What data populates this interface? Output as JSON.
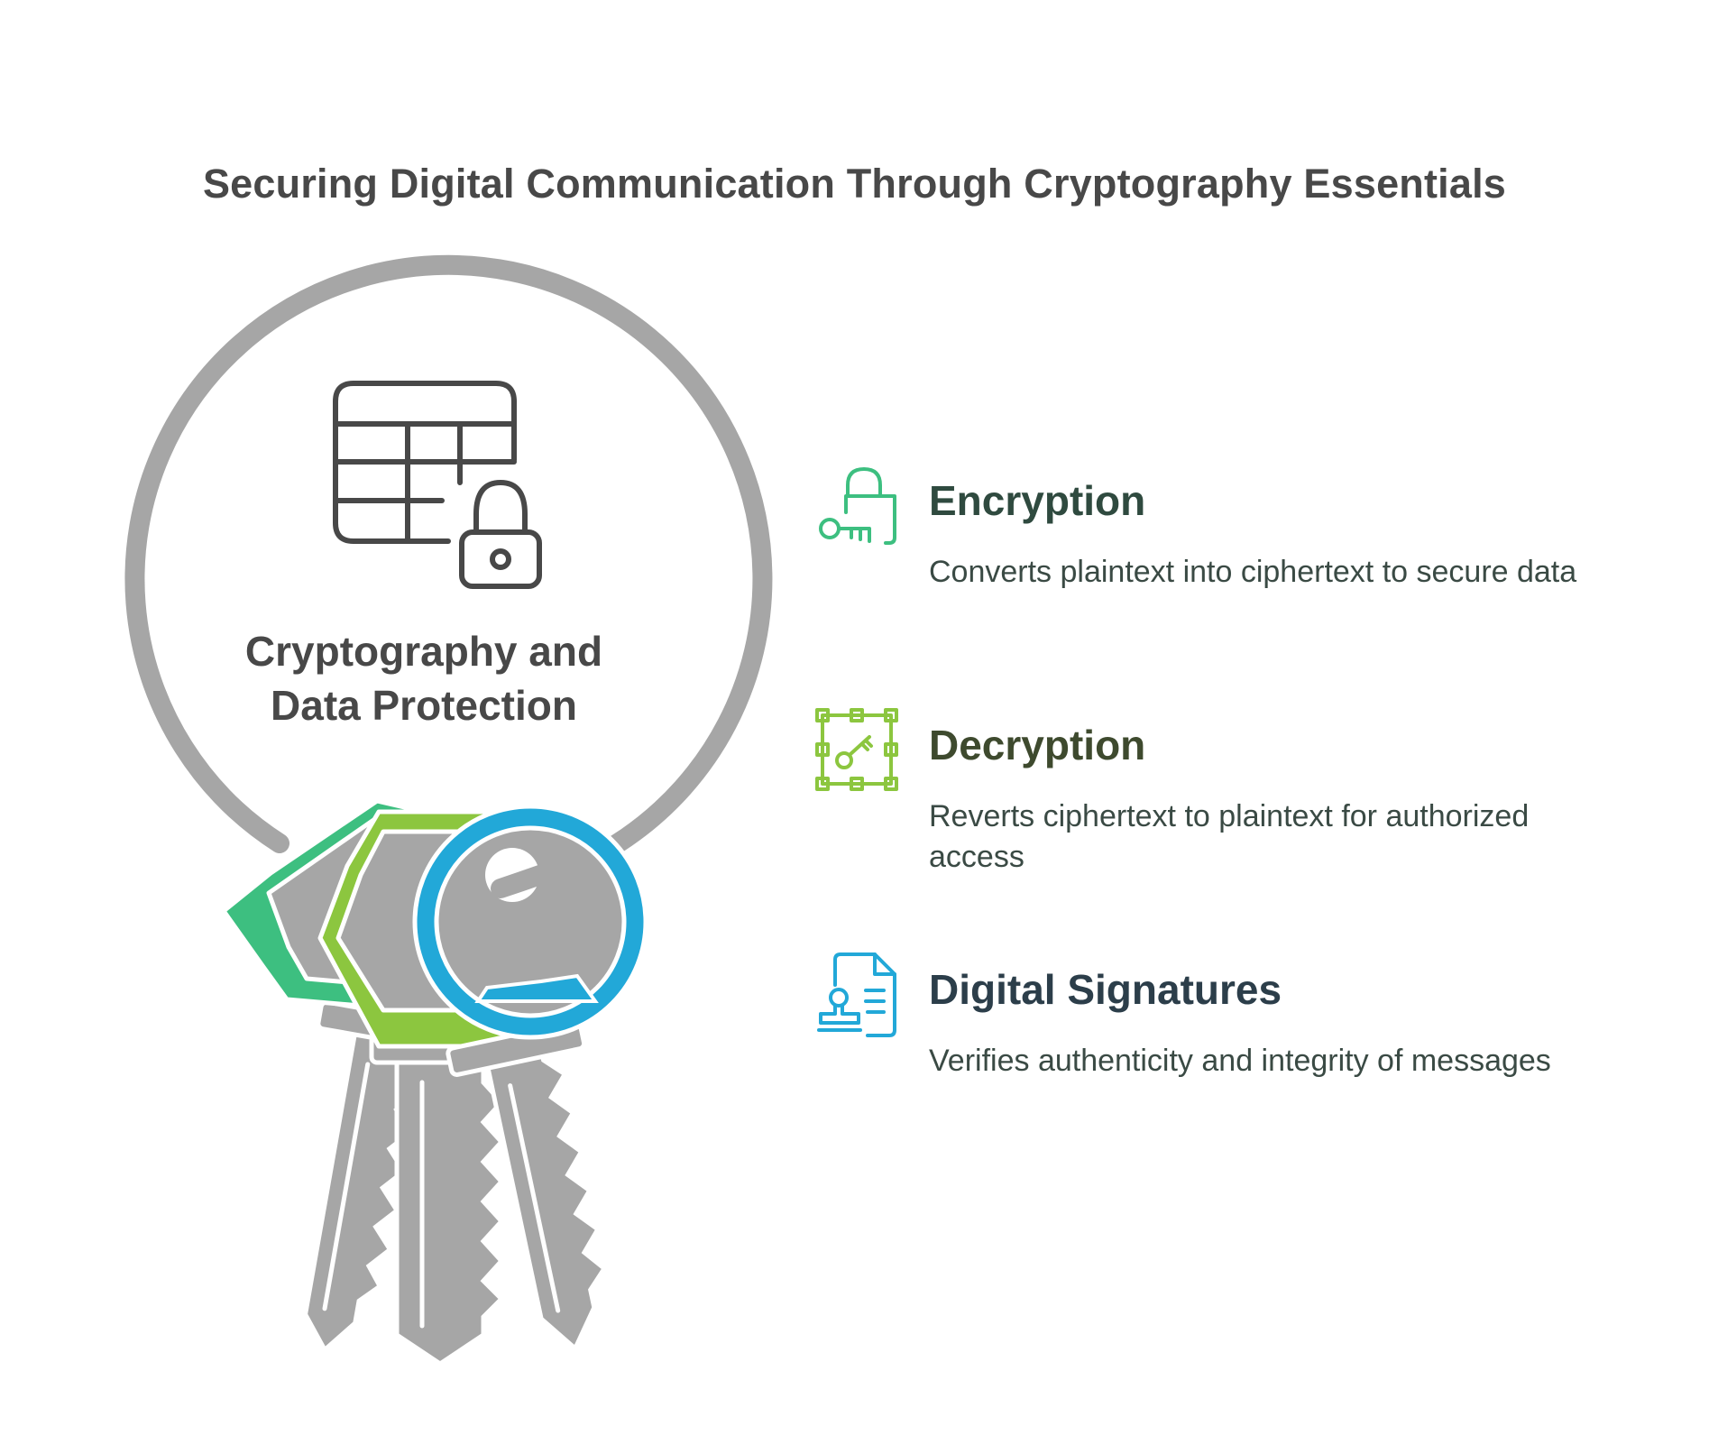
{
  "title": "Securing Digital Communication Through Cryptography Essentials",
  "center": {
    "label_line1": "Cryptography and",
    "label_line2": "Data Protection",
    "icon": "table-lock-icon"
  },
  "items": [
    {
      "title": "Encryption",
      "description": "Converts plaintext into ciphertext to secure data",
      "icon": "padlock-key-icon",
      "color": "#3dbf80",
      "title_color": "#2f4a3f"
    },
    {
      "title": "Decryption",
      "description": "Reverts ciphertext to plaintext for authorized access",
      "icon": "key-frame-icon",
      "color": "#8cc63f",
      "title_color": "#3e4a2e"
    },
    {
      "title": "Digital Signatures",
      "description": "Verifies authenticity and integrity of messages",
      "icon": "stamp-document-icon",
      "color": "#22a8d8",
      "title_color": "#2c3e4a"
    }
  ],
  "colors": {
    "ring": "#a6a6a6",
    "key_metal": "#a6a6a6",
    "key_green": "#3dbf80",
    "key_lime": "#8cc63f",
    "key_blue": "#22a8d8",
    "text": "#484848"
  }
}
